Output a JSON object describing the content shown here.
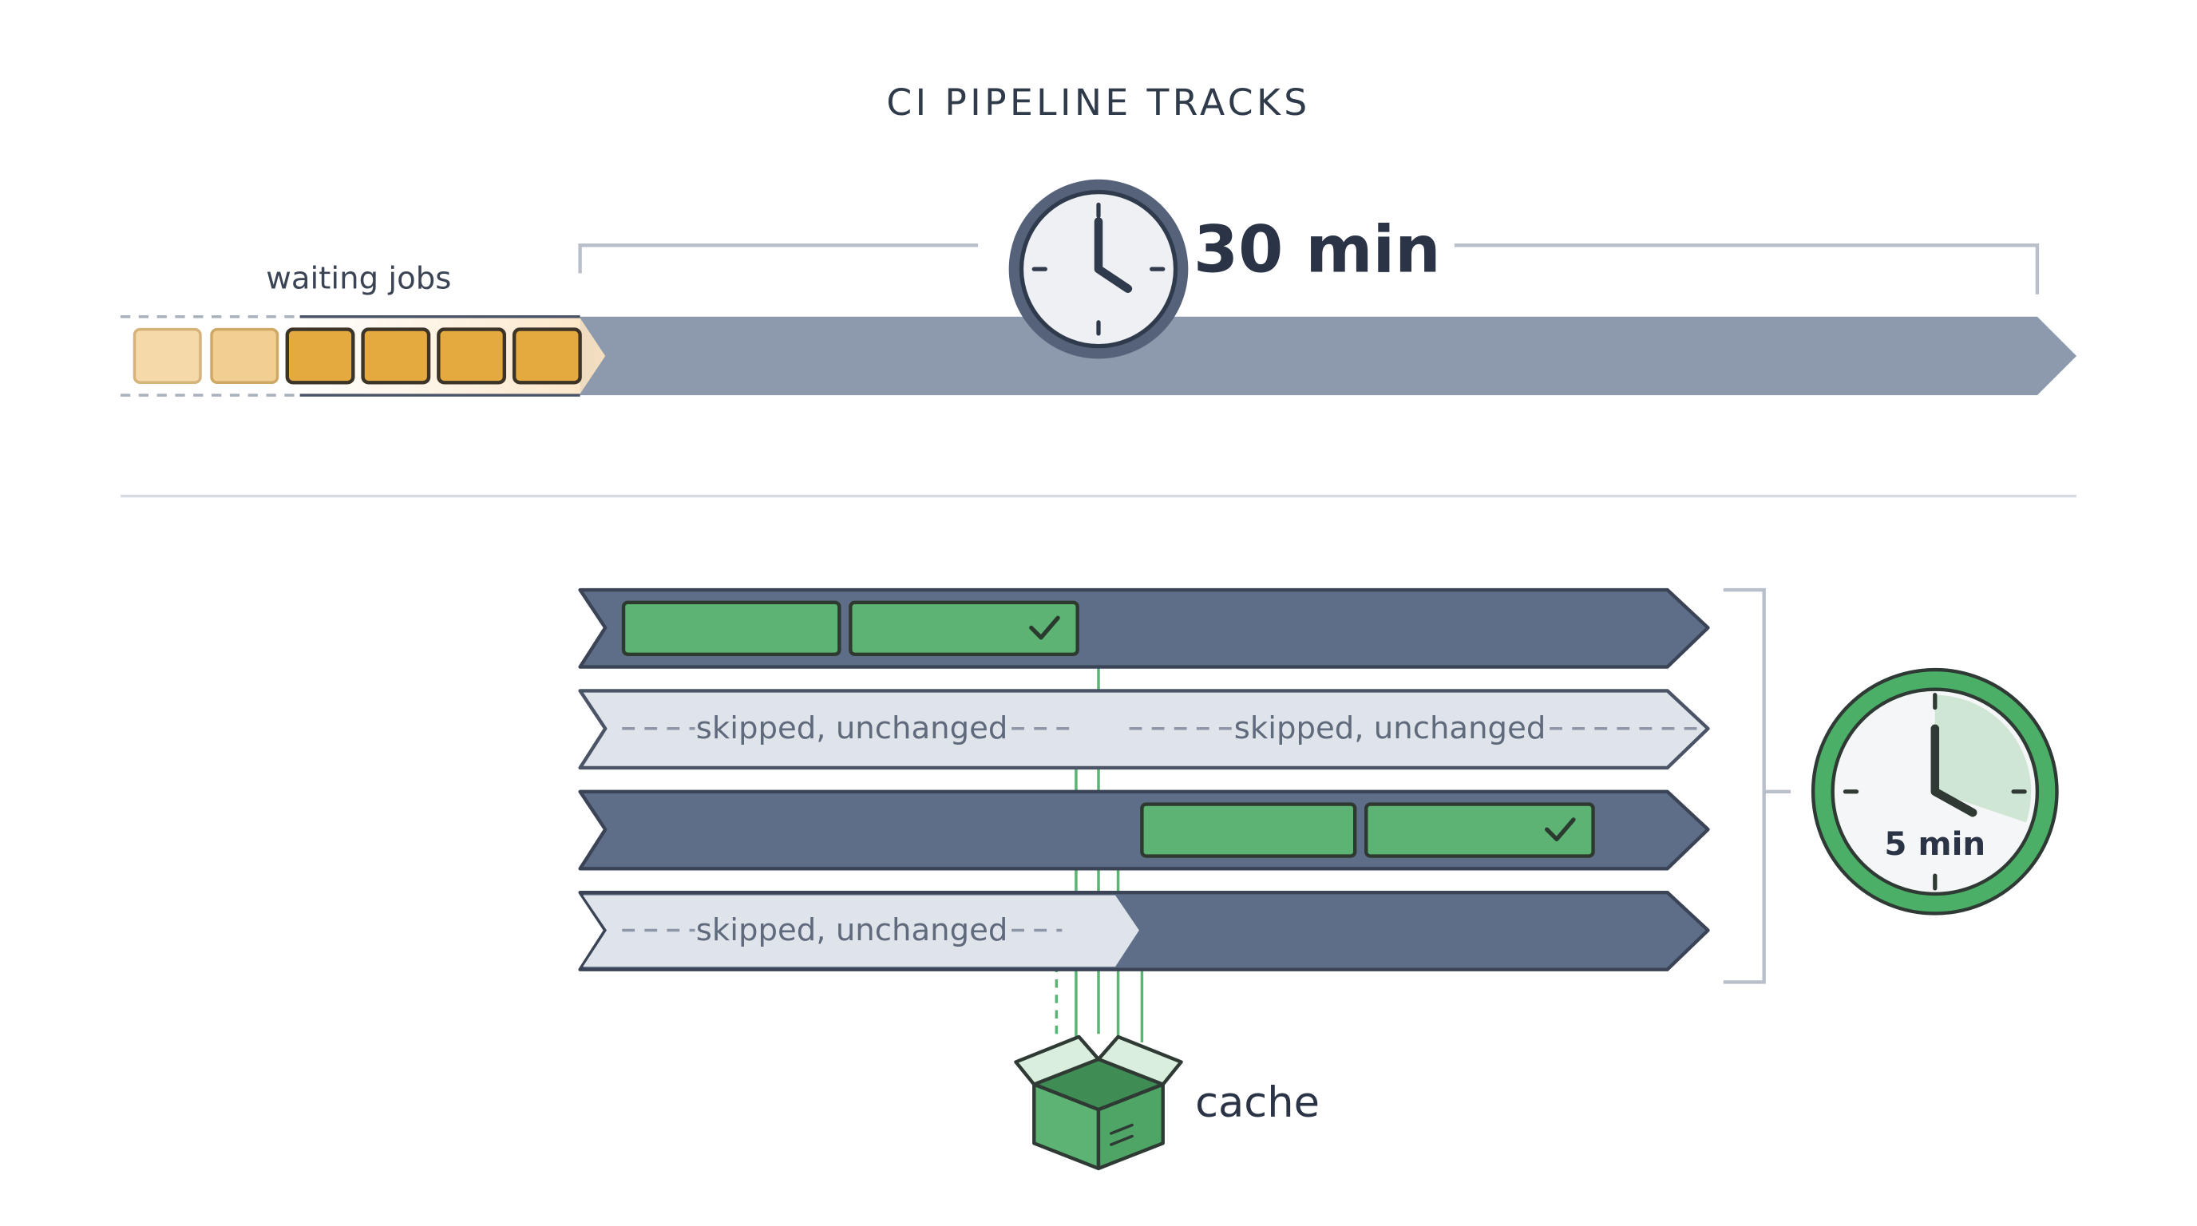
{
  "title": "CI PIPELINE TRACKS",
  "top_track": {
    "queue_label": "waiting jobs",
    "duration_label": "30 min"
  },
  "bottom_tracks": {
    "skip_label": "skipped, unchanged",
    "duration_label": "5 min",
    "cache_label": "cache"
  },
  "colors": {
    "track_dark": "#5f6e88",
    "track_light_top": "#8c99ad",
    "skipped": "#dfe3ea",
    "job_green": "#5cb373",
    "job_orange": "#e2a43a",
    "clock_green": "#4caf68"
  }
}
